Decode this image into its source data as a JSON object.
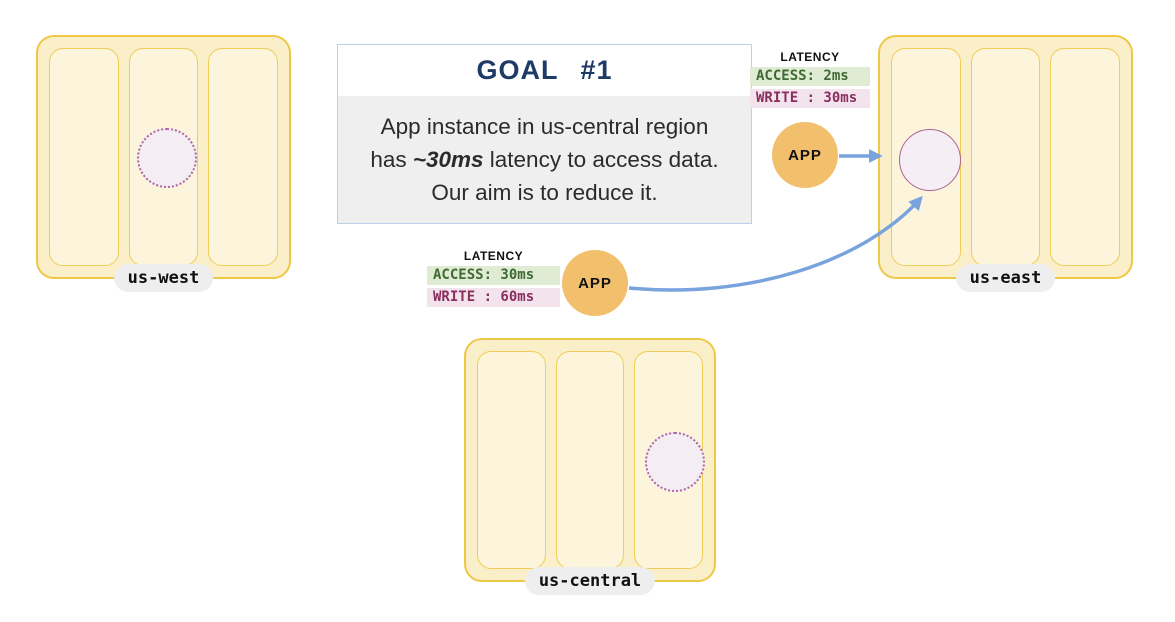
{
  "diagram": {
    "goal": {
      "title": "GOAL #1",
      "line1": "App instance in us-central region",
      "line2_pre": "has ",
      "line2_em": "~30ms",
      "line2_post": " latency to access data.",
      "line3": "Our aim is to reduce it."
    },
    "regions": {
      "us_west": {
        "label": "us-west"
      },
      "us_east": {
        "label": "us-east"
      },
      "us_central": {
        "label": "us-central"
      }
    },
    "apps": {
      "east": {
        "label": "APP"
      },
      "central": {
        "label": "APP"
      }
    },
    "latency_east": {
      "title": "LATENCY",
      "access": "ACCESS: 2ms",
      "write": "WRITE : 30ms"
    },
    "latency_central": {
      "title": "LATENCY",
      "access": "ACCESS: 30ms",
      "write": "WRITE : 60ms"
    },
    "colors": {
      "region_border": "#eec845",
      "region_fill": "#faefc9",
      "zone_border": "#f0cc58",
      "zone_fill": "#fcf5dc",
      "label_pill_bg": "#eeeeee",
      "goal_border": "#b9d2e9",
      "goal_title": "#1e3a67",
      "goal_body_bg": "#efefef",
      "access_bg": "#dfecd3",
      "access_text": "#3f6a33",
      "write_bg": "#f3e3ec",
      "write_text": "#8a2e5f",
      "app_fill": "#f2bf6d",
      "arrow_blue": "#79a3dc",
      "data_circle_fill": "#f5eef4",
      "data_circle_border": "#a8638f",
      "dotted_circle_border": "#b168a1"
    }
  }
}
